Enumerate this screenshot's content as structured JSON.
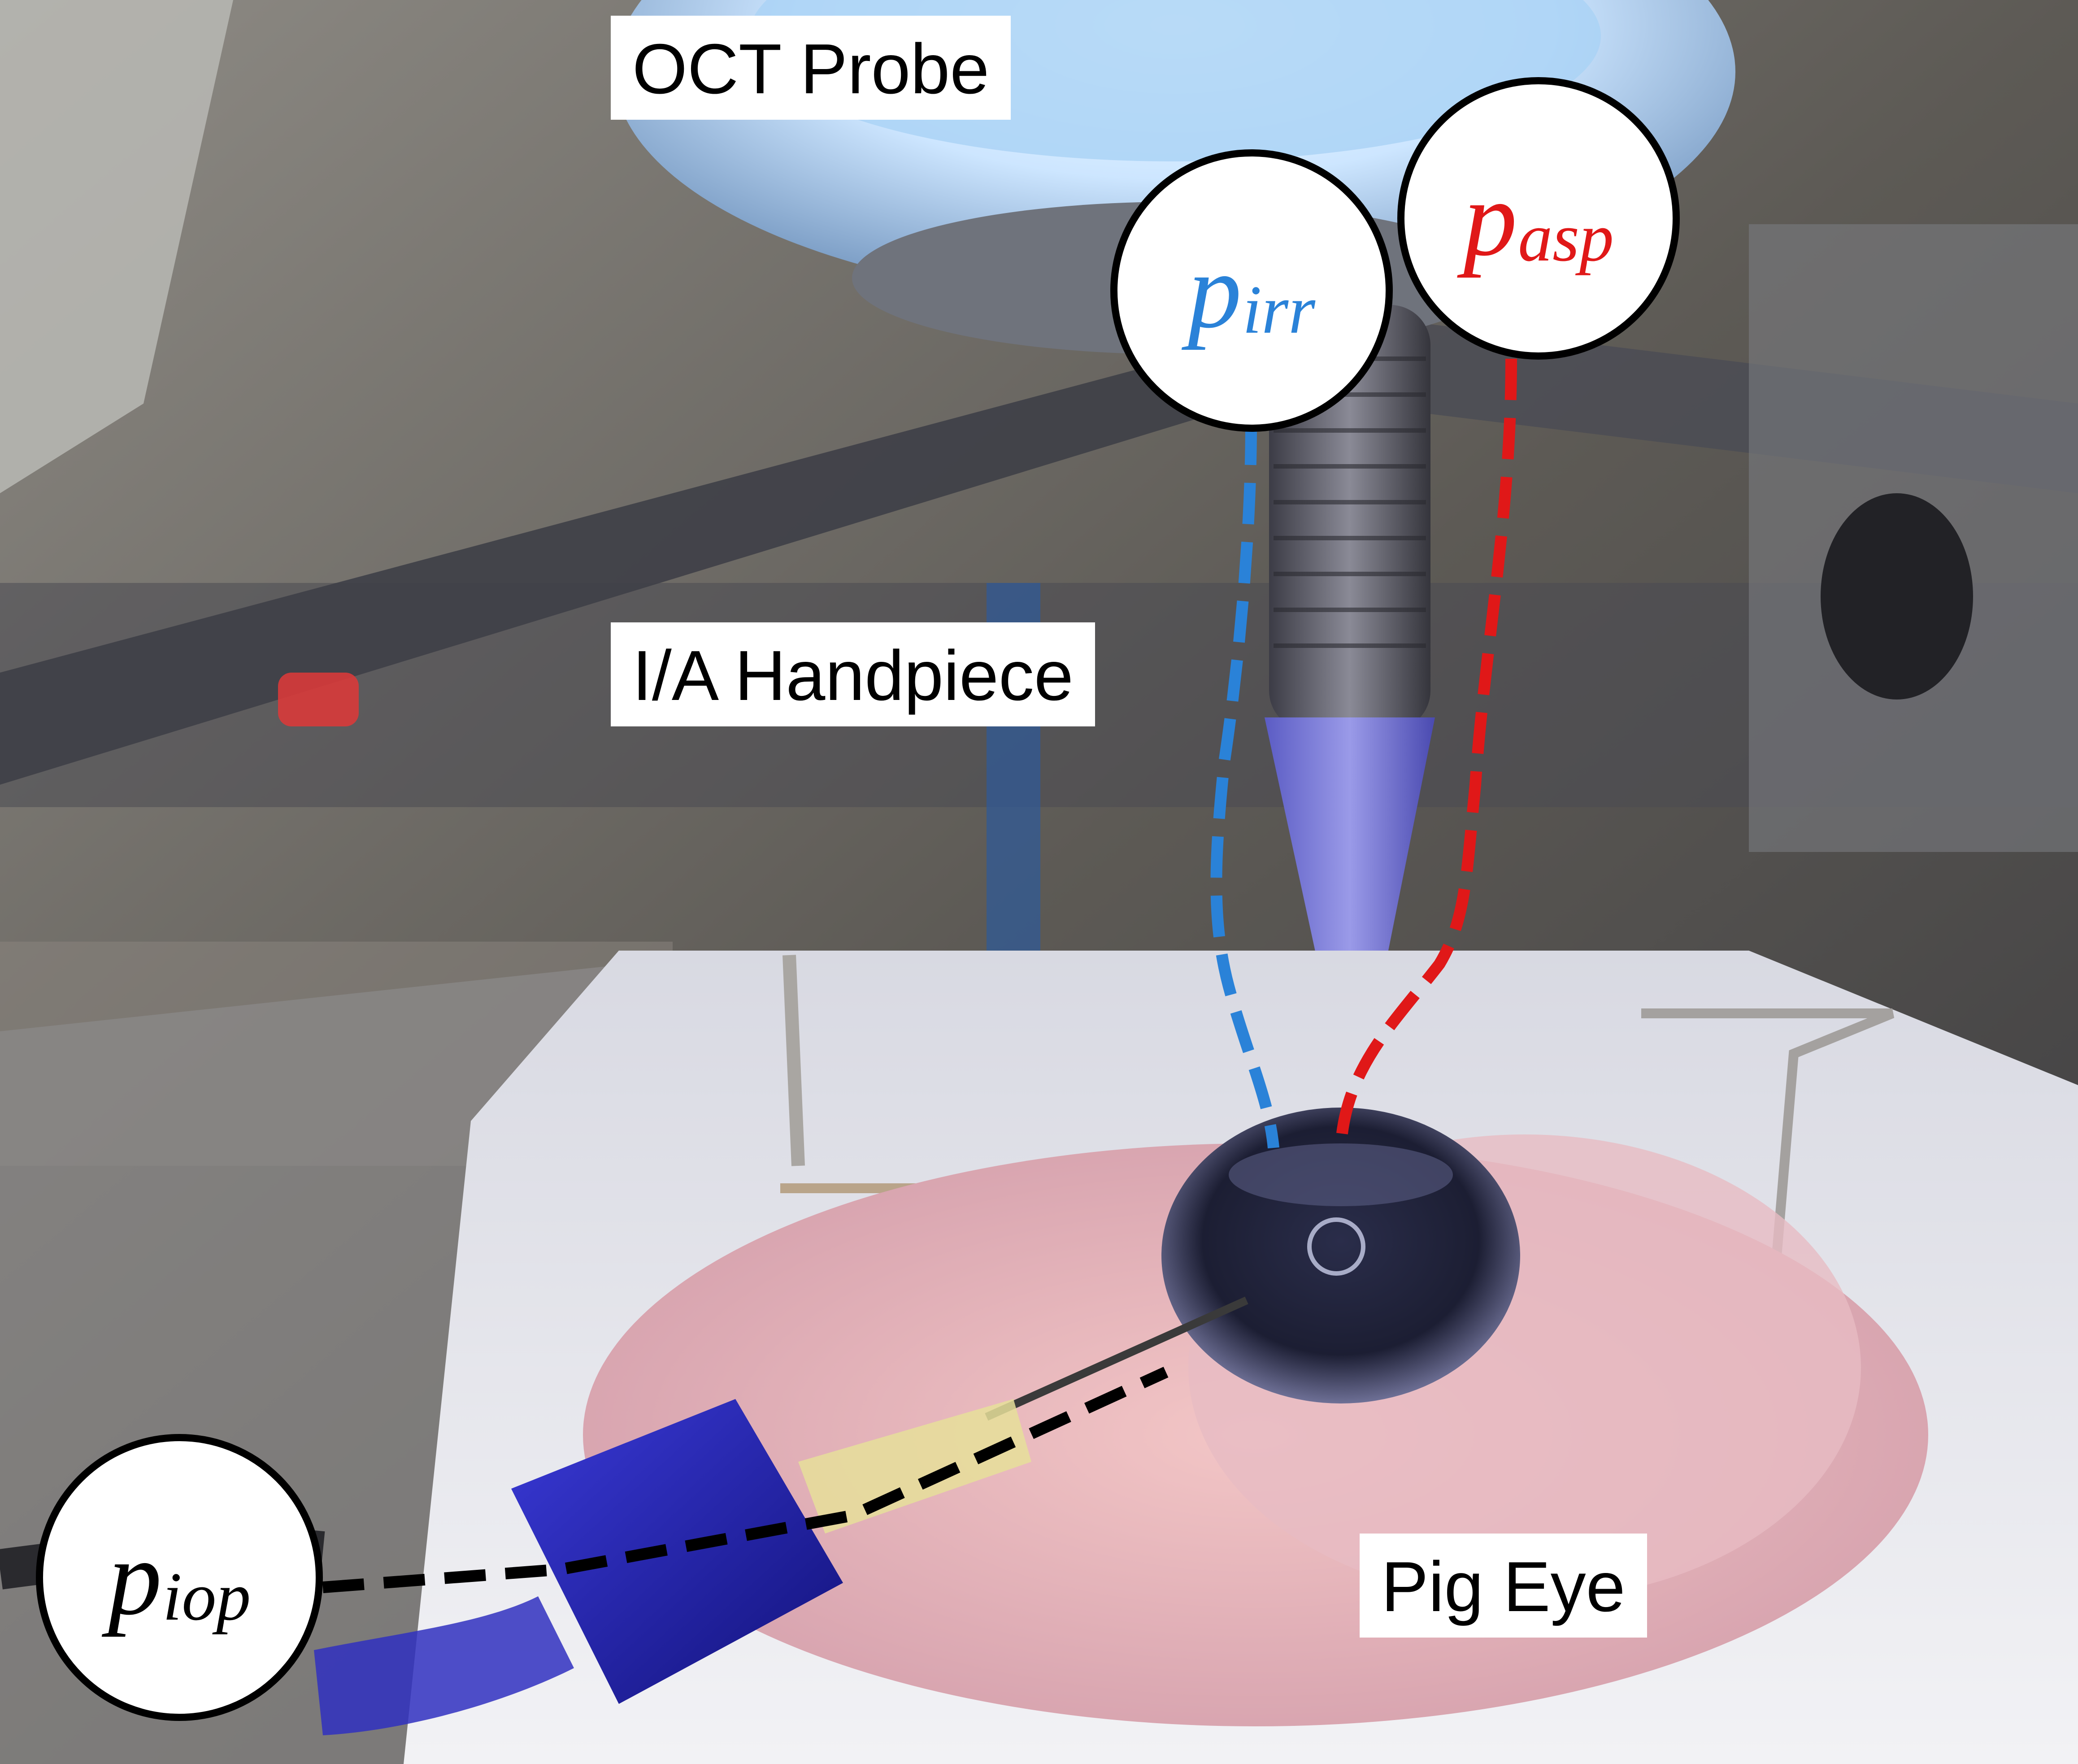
{
  "labels": {
    "oct_probe": "OCT Probe",
    "ia_handpiece": "I/A Handpiece",
    "pig_eye": "Pig Eye"
  },
  "pressures": {
    "irr": {
      "symbol": "p",
      "subscript": "irr",
      "color": "#2a82d8"
    },
    "asp": {
      "symbol": "p",
      "subscript": "asp",
      "color": "#e01818"
    },
    "iop": {
      "symbol": "p",
      "subscript": "iop",
      "color": "#000000"
    }
  },
  "colors": {
    "irrigation_line": "#2a82d8",
    "aspiration_line": "#e01818",
    "iop_line": "#000000"
  }
}
